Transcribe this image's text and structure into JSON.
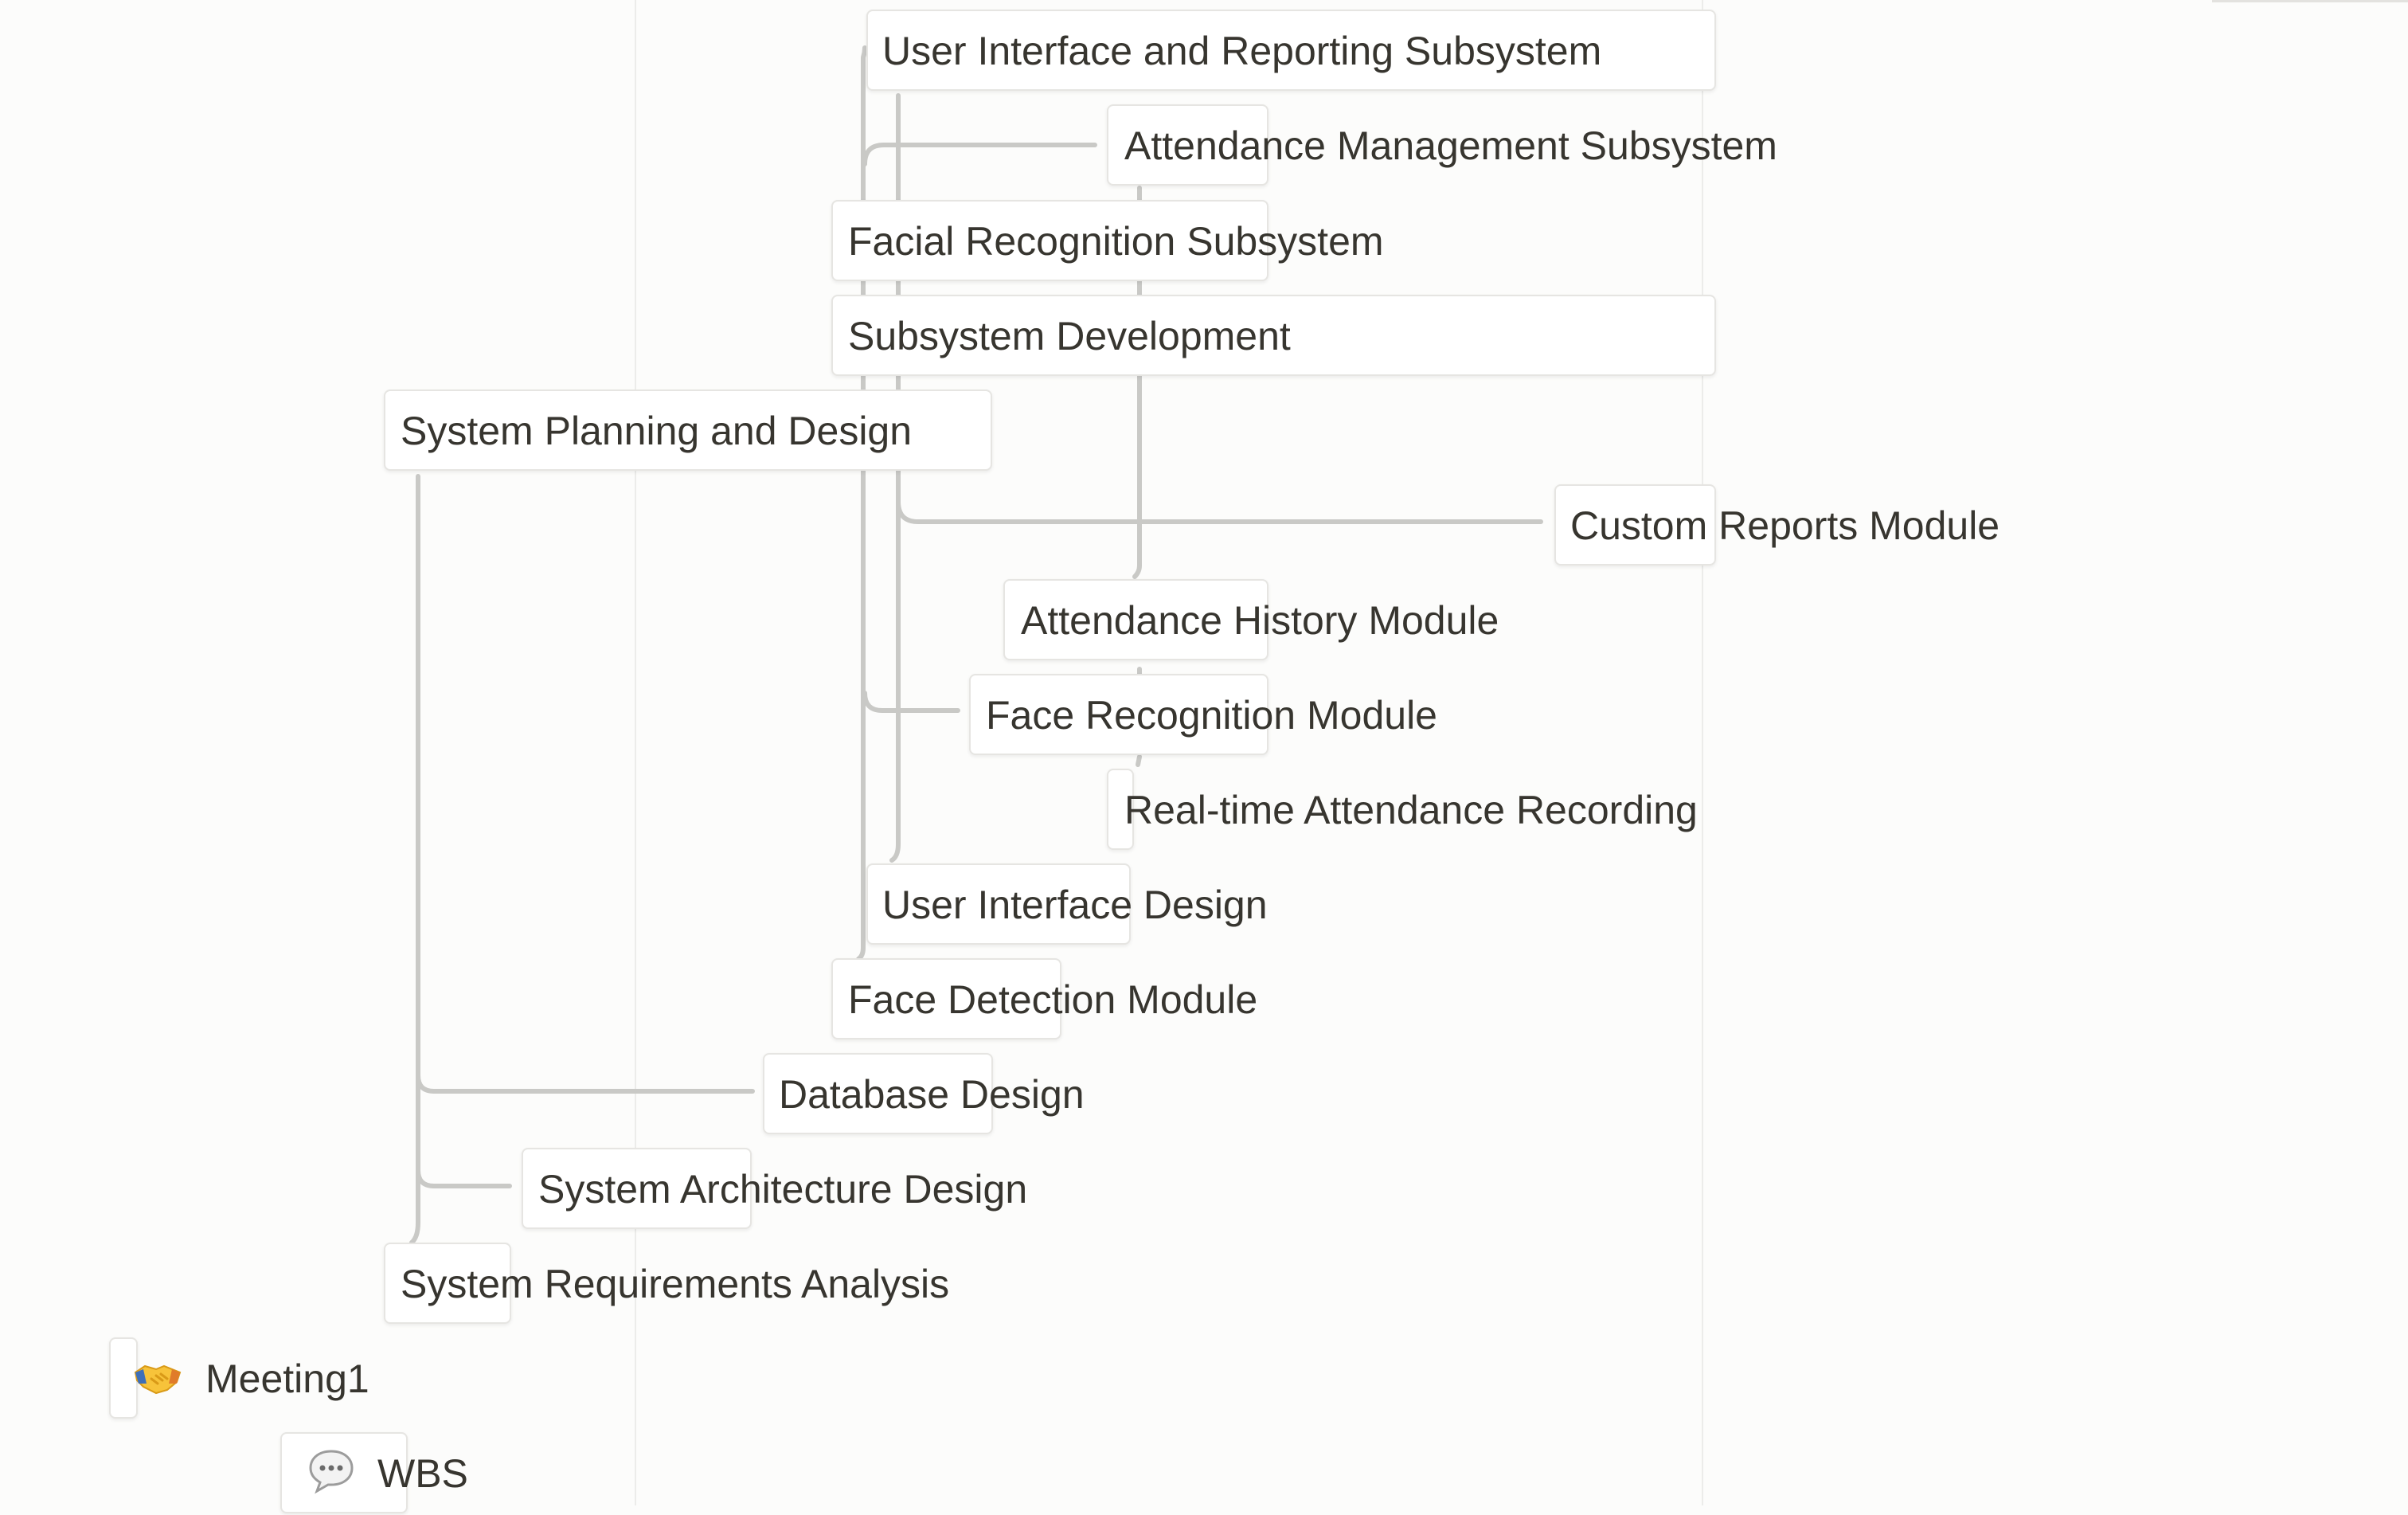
{
  "nodes": {
    "ui_reporting_subsystem": "User Interface and Reporting Subsystem",
    "attendance_mgmt_subsystem": "Attendance Management Subsystem",
    "facial_recognition_subsystem": "Facial Recognition Subsystem",
    "subsystem_development": "Subsystem Development",
    "system_planning_design": "System Planning and Design",
    "custom_reports_module": "Custom Reports Module",
    "attendance_history_module": "Attendance History Module",
    "face_recognition_module": "Face Recognition Module",
    "realtime_attendance_recording": "Real-time Attendance Recording",
    "user_interface_design": "User Interface Design",
    "face_detection_module": "Face Detection Module",
    "database_design": "Database Design",
    "system_architecture_design": "System Architecture Design",
    "system_requirements_analysis": "System Requirements Analysis"
  },
  "pages": {
    "meeting1": {
      "icon": "handshake-icon",
      "label": "Meeting1"
    },
    "wbs": {
      "icon": "speech-bubble-icon",
      "label": "WBS"
    }
  },
  "colors": {
    "background": "#fcfcfb",
    "card_border": "#e6e5e2",
    "connector": "#c9c9c6",
    "text": "#37352f"
  }
}
